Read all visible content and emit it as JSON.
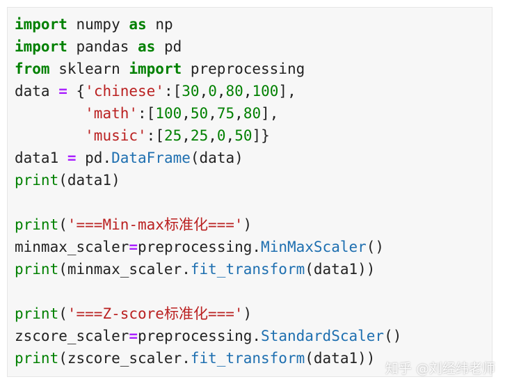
{
  "code": {
    "lines": [
      [
        {
          "t": "kw",
          "v": "import"
        },
        {
          "t": "plain",
          "v": " numpy "
        },
        {
          "t": "kw",
          "v": "as"
        },
        {
          "t": "plain",
          "v": " np"
        }
      ],
      [
        {
          "t": "kw",
          "v": "import"
        },
        {
          "t": "plain",
          "v": " pandas "
        },
        {
          "t": "kw",
          "v": "as"
        },
        {
          "t": "plain",
          "v": " pd"
        }
      ],
      [
        {
          "t": "kw",
          "v": "from"
        },
        {
          "t": "plain",
          "v": " sklearn "
        },
        {
          "t": "kw",
          "v": "import"
        },
        {
          "t": "plain",
          "v": " preprocessing"
        }
      ],
      [
        {
          "t": "plain",
          "v": "data "
        },
        {
          "t": "op",
          "v": "="
        },
        {
          "t": "plain",
          "v": " {"
        },
        {
          "t": "str",
          "v": "'chinese'"
        },
        {
          "t": "plain",
          "v": ":["
        },
        {
          "t": "num",
          "v": "30"
        },
        {
          "t": "plain",
          "v": ","
        },
        {
          "t": "num",
          "v": "0"
        },
        {
          "t": "plain",
          "v": ","
        },
        {
          "t": "num",
          "v": "80"
        },
        {
          "t": "plain",
          "v": ","
        },
        {
          "t": "num",
          "v": "100"
        },
        {
          "t": "plain",
          "v": "],"
        }
      ],
      [
        {
          "t": "plain",
          "v": "        "
        },
        {
          "t": "str",
          "v": "'math'"
        },
        {
          "t": "plain",
          "v": ":["
        },
        {
          "t": "num",
          "v": "100"
        },
        {
          "t": "plain",
          "v": ","
        },
        {
          "t": "num",
          "v": "50"
        },
        {
          "t": "plain",
          "v": ","
        },
        {
          "t": "num",
          "v": "75"
        },
        {
          "t": "plain",
          "v": ","
        },
        {
          "t": "num",
          "v": "80"
        },
        {
          "t": "plain",
          "v": "],"
        }
      ],
      [
        {
          "t": "plain",
          "v": "        "
        },
        {
          "t": "str",
          "v": "'music'"
        },
        {
          "t": "plain",
          "v": ":["
        },
        {
          "t": "num",
          "v": "25"
        },
        {
          "t": "plain",
          "v": ","
        },
        {
          "t": "num",
          "v": "25"
        },
        {
          "t": "plain",
          "v": ","
        },
        {
          "t": "num",
          "v": "0"
        },
        {
          "t": "plain",
          "v": ","
        },
        {
          "t": "num",
          "v": "50"
        },
        {
          "t": "plain",
          "v": "]}"
        }
      ],
      [
        {
          "t": "plain",
          "v": "data1 "
        },
        {
          "t": "op",
          "v": "="
        },
        {
          "t": "plain",
          "v": " pd."
        },
        {
          "t": "fn",
          "v": "DataFrame"
        },
        {
          "t": "plain",
          "v": "(data)"
        }
      ],
      [
        {
          "t": "bi",
          "v": "print"
        },
        {
          "t": "plain",
          "v": "(data1)"
        }
      ],
      [],
      [
        {
          "t": "bi",
          "v": "print"
        },
        {
          "t": "plain",
          "v": "("
        },
        {
          "t": "str",
          "v": "'===Min-max标准化==='"
        },
        {
          "t": "plain",
          "v": ")"
        }
      ],
      [
        {
          "t": "plain",
          "v": "minmax_scaler"
        },
        {
          "t": "op",
          "v": "="
        },
        {
          "t": "plain",
          "v": "preprocessing."
        },
        {
          "t": "fn",
          "v": "MinMaxScaler"
        },
        {
          "t": "plain",
          "v": "()"
        }
      ],
      [
        {
          "t": "bi",
          "v": "print"
        },
        {
          "t": "plain",
          "v": "(minmax_scaler."
        },
        {
          "t": "fn",
          "v": "fit_transform"
        },
        {
          "t": "plain",
          "v": "(data1))"
        }
      ],
      [],
      [
        {
          "t": "bi",
          "v": "print"
        },
        {
          "t": "plain",
          "v": "("
        },
        {
          "t": "str",
          "v": "'===Z-score标准化==='"
        },
        {
          "t": "plain",
          "v": ")"
        }
      ],
      [
        {
          "t": "plain",
          "v": "zscore_scaler"
        },
        {
          "t": "op",
          "v": "="
        },
        {
          "t": "plain",
          "v": "preprocessing."
        },
        {
          "t": "fn",
          "v": "StandardScaler"
        },
        {
          "t": "plain",
          "v": "()"
        }
      ],
      [
        {
          "t": "bi",
          "v": "print"
        },
        {
          "t": "plain",
          "v": "(zscore_scaler."
        },
        {
          "t": "fn",
          "v": "fit_transform"
        },
        {
          "t": "plain",
          "v": "(data1))"
        }
      ]
    ]
  },
  "watermark": "知乎 @刘经纬老师"
}
